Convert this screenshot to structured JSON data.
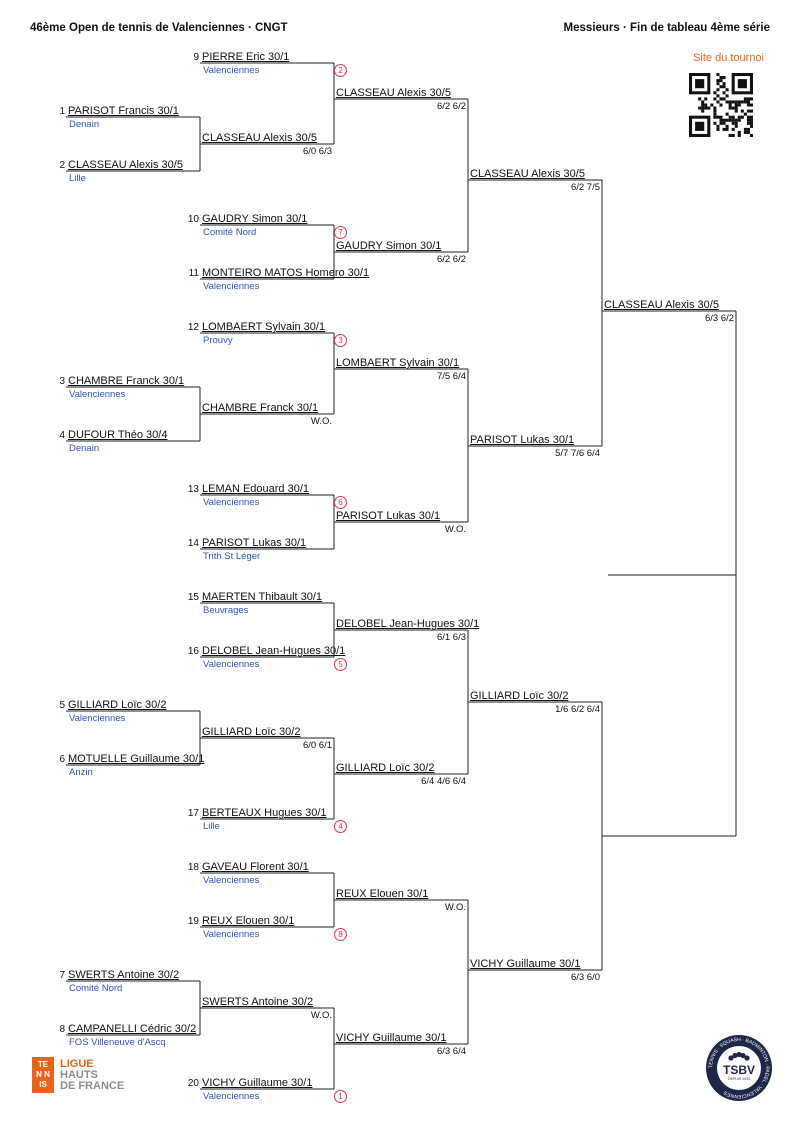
{
  "header": {
    "left": "46ème Open de tennis de Valenciennes · CNGT",
    "right": "Messieurs · Fin de tableau 4ème série",
    "site_link": "Site du tournoi"
  },
  "entries": [
    {
      "seed": "9",
      "name": "PIERRE Eric 30/1",
      "club": "Valenciennes",
      "badge": "2"
    },
    {
      "seed": "1",
      "name": "PARISOT Francis 30/1",
      "club": "Denain"
    },
    {
      "seed": "2",
      "name": "CLASSEAU Alexis 30/5",
      "club": "Lille"
    },
    {
      "seed": "10",
      "name": "GAUDRY Simon 30/1",
      "club": "Comité Nord",
      "badge": "7"
    },
    {
      "seed": "11",
      "name": "MONTEIRO MATOS Homero 30/1",
      "club": "Valenciennes"
    },
    {
      "seed": "12",
      "name": "LOMBAERT Sylvain 30/1",
      "club": "Prouvy",
      "badge": "3"
    },
    {
      "seed": "3",
      "name": "CHAMBRE Franck 30/1",
      "club": "Valenciennes"
    },
    {
      "seed": "4",
      "name": "DUFOUR Théo 30/4",
      "club": "Denain"
    },
    {
      "seed": "13",
      "name": "LEMAN Edouard 30/1",
      "club": "Valenciennes",
      "badge": "6"
    },
    {
      "seed": "14",
      "name": "PARISOT Lukas 30/1",
      "club": "Trith St Léger"
    },
    {
      "seed": "15",
      "name": "MAERTEN Thibault 30/1",
      "club": "Beuvrages"
    },
    {
      "seed": "16",
      "name": "DELOBEL Jean-Hugues 30/1",
      "club": "Valenciennes",
      "badge": "5"
    },
    {
      "seed": "5",
      "name": "GILLIARD Loïc 30/2",
      "club": "Valenciennes"
    },
    {
      "seed": "6",
      "name": "MOTUELLE Guillaume 30/1",
      "club": "Anzin"
    },
    {
      "seed": "17",
      "name": "BERTEAUX Hugues 30/1",
      "club": "Lille",
      "badge": "4"
    },
    {
      "seed": "18",
      "name": "GAVEAU Florent 30/1",
      "club": "Valenciennes"
    },
    {
      "seed": "19",
      "name": "REUX Elouen 30/1",
      "club": "Valenciennes",
      "badge": "8"
    },
    {
      "seed": "7",
      "name": "SWERTS Antoine 30/2",
      "club": "Comité Nord"
    },
    {
      "seed": "8",
      "name": "CAMPANELLI Cédric 30/2",
      "club": "FOS Villeneuve d'Ascq"
    },
    {
      "seed": "20",
      "name": "VICHY Guillaume 30/1",
      "club": "Valenciennes",
      "badge": "1"
    }
  ],
  "results": [
    {
      "name": "CLASSEAU Alexis 30/5",
      "score": "6/0 6/3"
    },
    {
      "name": "CHAMBRE Franck 30/1",
      "score": "W.O."
    },
    {
      "name": "GILLIARD Loïc 30/2",
      "score": "6/0 6/1"
    },
    {
      "name": "SWERTS Antoine 30/2",
      "score": "W.O."
    },
    {
      "name": "CLASSEAU Alexis 30/5",
      "score": "6/2 6/2"
    },
    {
      "name": "GAUDRY Simon 30/1",
      "score": "6/2 6/2"
    },
    {
      "name": "LOMBAERT Sylvain 30/1",
      "score": "7/5 6/4"
    },
    {
      "name": "PARISOT Lukas 30/1",
      "score": "W.O."
    },
    {
      "name": "DELOBEL Jean-Hugues 30/1",
      "score": "6/1 6/3"
    },
    {
      "name": "GILLIARD Loïc 30/2",
      "score": "6/4 4/6 6/4"
    },
    {
      "name": "REUX Elouen 30/1",
      "score": "W.O."
    },
    {
      "name": "VICHY Guillaume 30/1",
      "score": "6/3 6/4"
    },
    {
      "name": "CLASSEAU Alexis 30/5",
      "score": "6/2 7/5"
    },
    {
      "name": "PARISOT Lukas 30/1",
      "score": "5/7 7/6 6/4"
    },
    {
      "name": "GILLIARD Loïc 30/2",
      "score": "1/6 6/2 6/4"
    },
    {
      "name": "VICHY Guillaume 30/1",
      "score": "6/3 6/0"
    },
    {
      "name": "CLASSEAU Alexis 30/5",
      "score": "6/3 6/2"
    }
  ],
  "footer": {
    "ligue_box": "TEN NIS",
    "ligue_line1": "LIGUE",
    "ligue_line2": "HAUTS",
    "ligue_line3": "DE FRANCE",
    "club_logo": "TSBV",
    "club_since": "DEPUIS 1934",
    "club_ring": "TENNIS · SQUASH · BADMINTON · PADEL · VALENCIENNES"
  },
  "colors": {
    "club_blue": "#2a54c7",
    "badge_red": "#e6324b",
    "accent_orange": "#e8641b",
    "navy": "#1e2747"
  },
  "icons": [
    "qr-code-icon",
    "shuttlecock-icon"
  ]
}
